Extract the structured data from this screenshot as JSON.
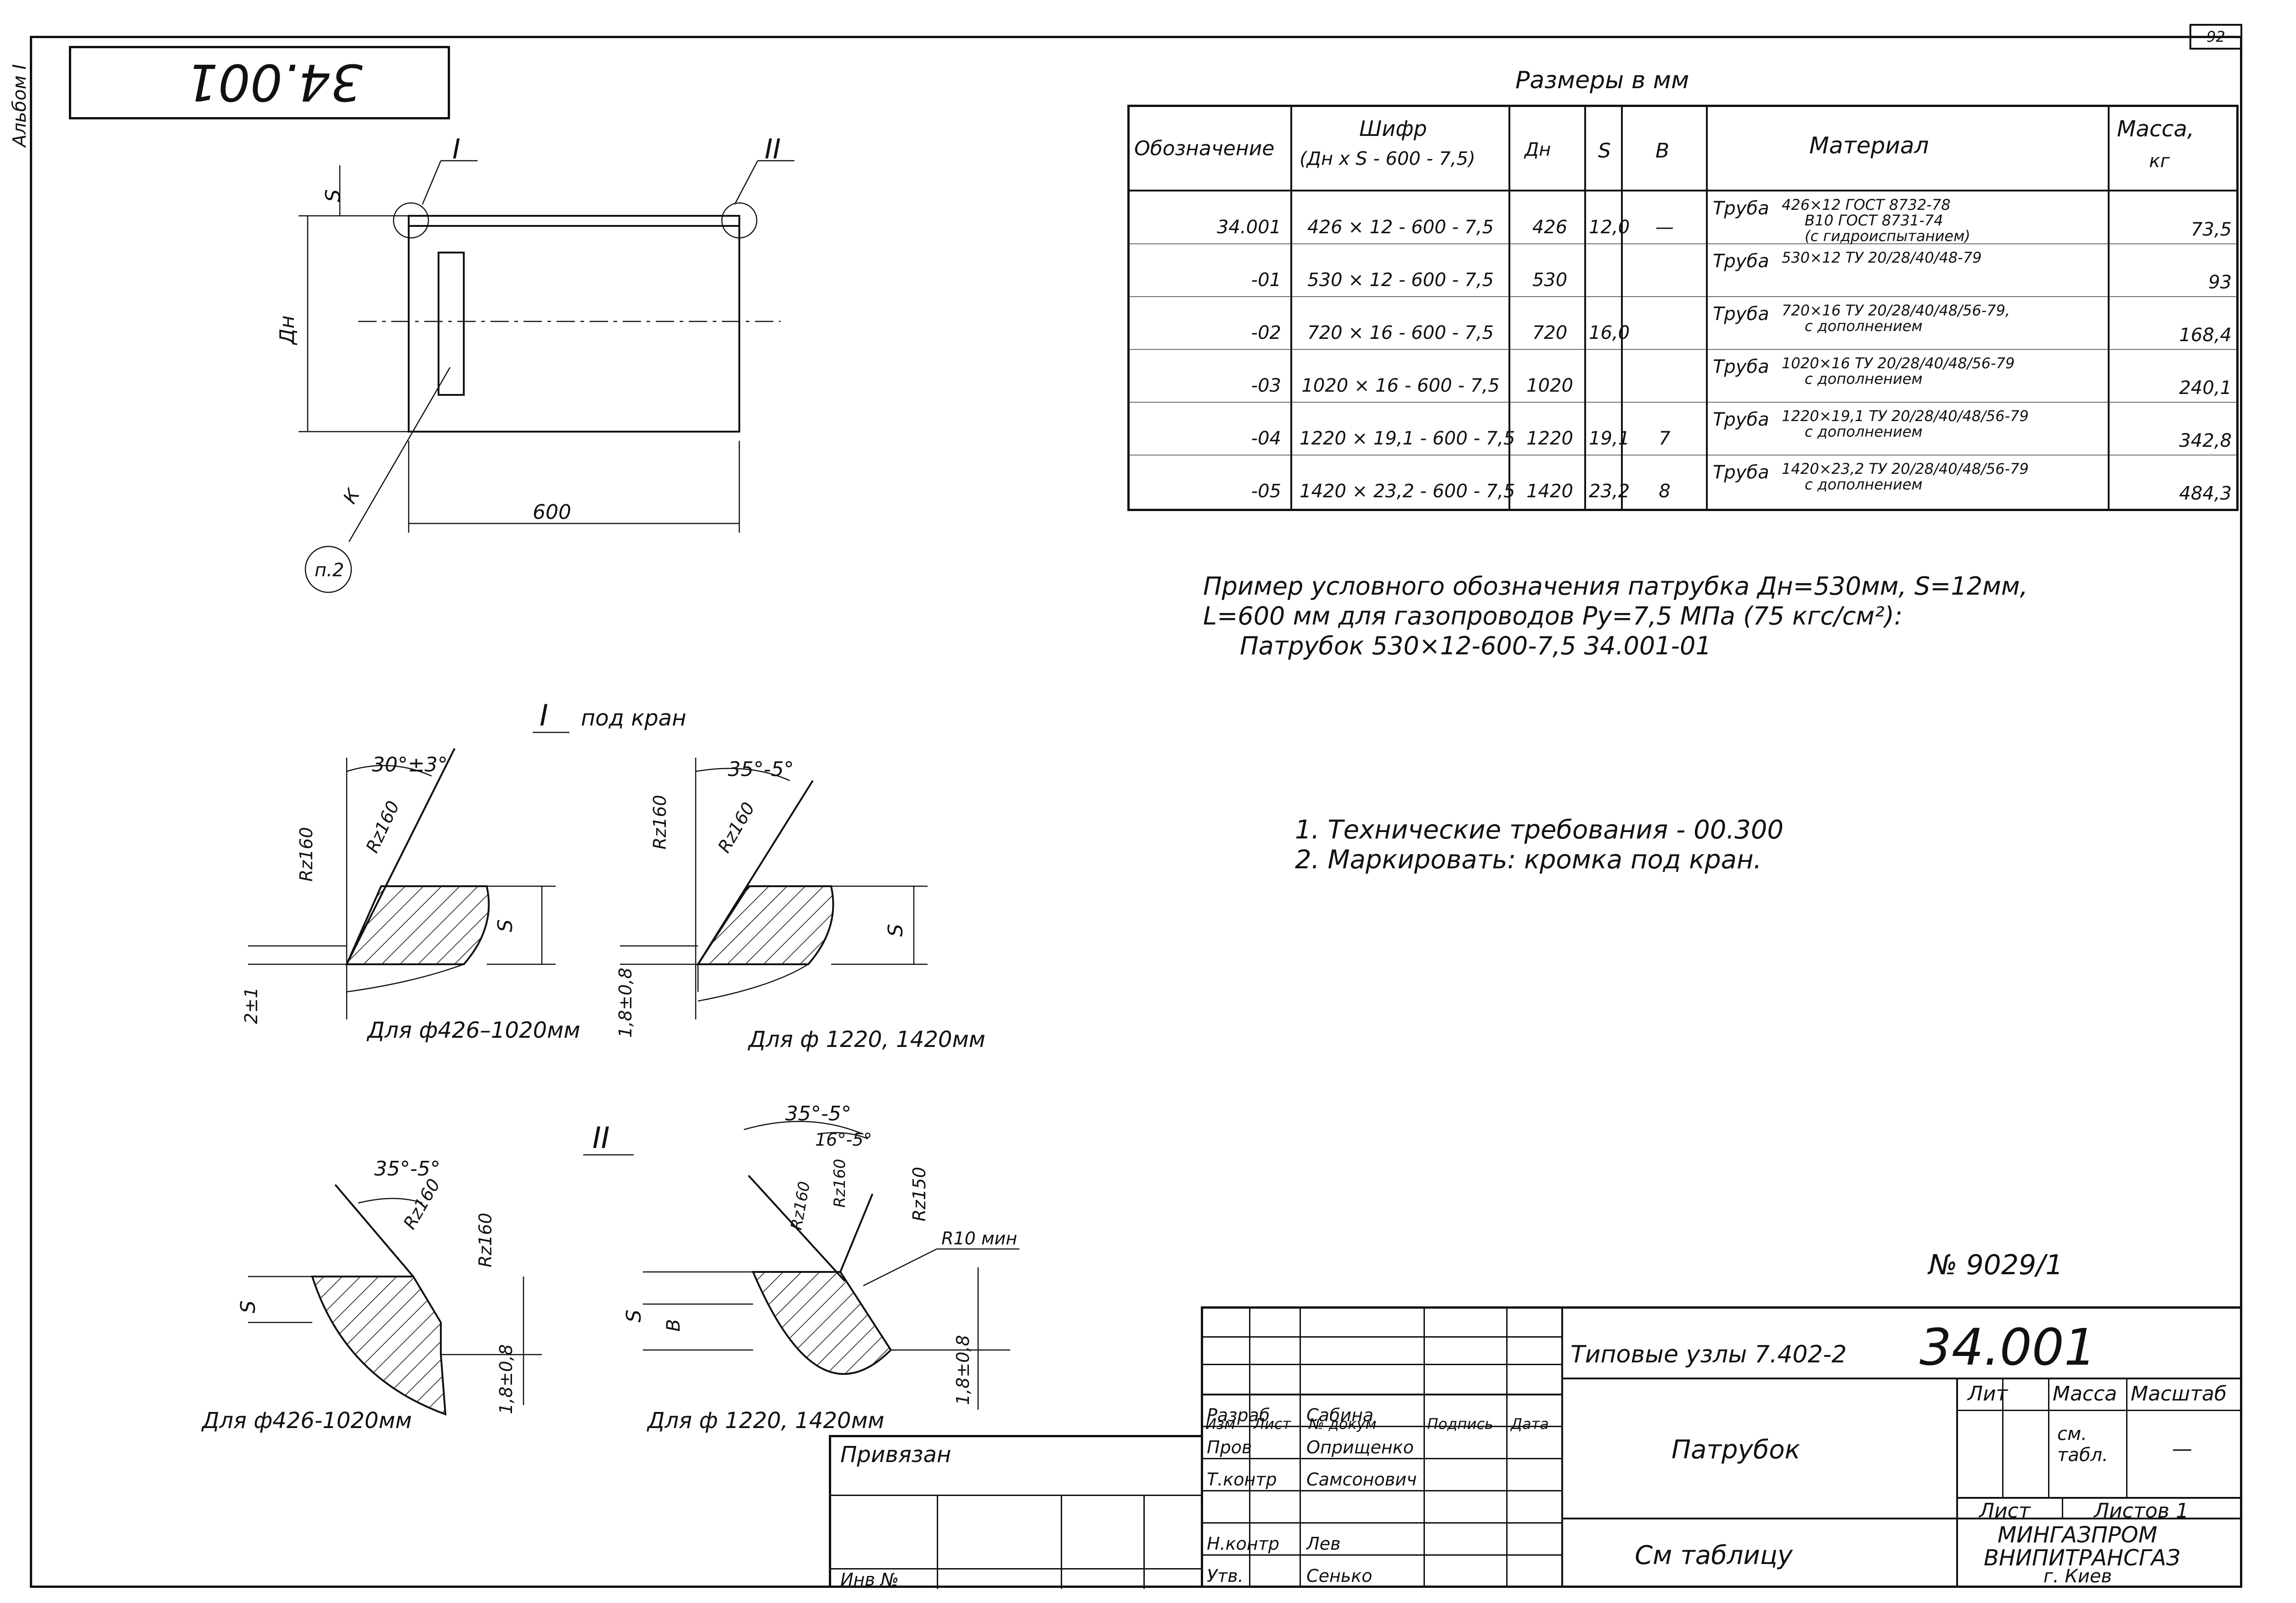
{
  "sheet": {
    "page_number": "92",
    "album_label": "Альбом I",
    "code_rotated": "34.001"
  },
  "dims_caption": "Размеры в мм",
  "table": {
    "headers": {
      "designation": "Обозначение",
      "cipher": "Шифр",
      "cipher_sub": "(Дн х S - 600 - 7,5)",
      "dn": "Дн",
      "s": "S",
      "b": "В",
      "material": "Материал",
      "mass": "Масса,",
      "mass_unit": "кг"
    },
    "rows": [
      {
        "designation": "34.001",
        "cipher": "426 × 12 - 600 - 7,5",
        "dn": "426",
        "s": "12,0",
        "b": "—",
        "material": "Труба",
        "mat_line1": "426×12  ГОСТ 8732-78",
        "mat_line2": "В10    ГОСТ 8731-74",
        "mat_line3": "(с гидроиспытанием)",
        "mass": "73,5"
      },
      {
        "designation": "-01",
        "cipher": "530 × 12 - 600 - 7,5",
        "dn": "530",
        "s": "",
        "b": "",
        "material": "Труба",
        "mat_line1": "530×12  ТУ 20/28/40/48-79",
        "mat_line2": "",
        "mat_line3": "",
        "mass": "93"
      },
      {
        "designation": "-02",
        "cipher": "720 × 16 - 600 - 7,5",
        "dn": "720",
        "s": "16,0",
        "b": "",
        "material": "Труба",
        "mat_line1": "720×16  ТУ 20/28/40/48/56-79,",
        "mat_line2": "с дополнением",
        "mat_line3": "",
        "mass": "168,4"
      },
      {
        "designation": "-03",
        "cipher": "1020 × 16 - 600 - 7,5",
        "dn": "1020",
        "s": "",
        "b": "",
        "material": "Труба",
        "mat_line1": "1020×16  ТУ 20/28/40/48/56-79",
        "mat_line2": "с дополнением",
        "mat_line3": "",
        "mass": "240,1"
      },
      {
        "designation": "-04",
        "cipher": "1220 × 19,1 - 600 - 7,5",
        "dn": "1220",
        "s": "19,1",
        "b": "7",
        "material": "Труба",
        "mat_line1": "1220×19,1  ТУ 20/28/40/48/56-79",
        "mat_line2": "с дополнением",
        "mat_line3": "",
        "mass": "342,8"
      },
      {
        "designation": "-05",
        "cipher": "1420 × 23,2 - 600 - 7,5",
        "dn": "1420",
        "s": "23,2",
        "b": "8",
        "material": "Труба",
        "mat_line1": "1420×23,2  ТУ 20/28/40/48/56-79",
        "mat_line2": "с дополнением",
        "mat_line3": "",
        "mass": "484,3"
      }
    ]
  },
  "example": {
    "line1": "Пример условного обозначения патрубка  Дн=530мм, S=12мм,",
    "line2": "L=600 мм для газопроводов  Рy=7,5 МПа (75 кгс/см²):",
    "line3": "Патрубок 530×12-600-7,5    34.001-01"
  },
  "requirements": [
    "1. Технические  требования - 00.300",
    "2. Маркировать: кромка под кран."
  ],
  "drawing": {
    "mark_I": "I",
    "mark_II": "II",
    "label_S": "S",
    "label_Dn": "Дн",
    "label_K": "К",
    "length_600": "600",
    "note_p2": "п.2",
    "detail_I_title": "под кран",
    "angle_30": "30°±3°",
    "angle_35": "35°-5°",
    "rz160": "Rz160",
    "tol_2": "2±1",
    "tol_18": "1,8±0,8",
    "caption_426": "Для ф426–1020мм",
    "caption_1220": "Для ф 1220, 1420мм",
    "angle_16": "16°-5°",
    "rz150": "Rz150",
    "r10": "R10 мин",
    "label_B": "В",
    "caption2_426": "Для ф426-1020мм",
    "caption2_1220": "Для ф 1220, 1420мм"
  },
  "title_block": {
    "doc_no": "№ 9029/1",
    "series": "Типовые узлы 7.402-2",
    "code": "34.001",
    "name": "Патрубок",
    "material_ref": "См таблицу",
    "lit": "Лит",
    "mass": "Масса",
    "scale": "Масштаб",
    "mass_val": "см. табл.",
    "scale_val": "—",
    "sheet": "Лист",
    "sheets": "Листов 1",
    "org1": "МИНГАЗПРОМ",
    "org2": "ВНИПИТРАНСГАЗ",
    "org3": "г. Киев",
    "bound": "Привязан",
    "inv": "Инв №",
    "hdr_izm": "Изм",
    "hdr_list": "Лист",
    "hdr_doc": "№ докум",
    "hdr_sign": "Подпись",
    "hdr_date": "Дата",
    "roles": [
      {
        "role": "Разраб",
        "name": "Сабина"
      },
      {
        "role": "Пров",
        "name": "Оприщенко"
      },
      {
        "role": "Т.контр",
        "name": "Самсонович"
      },
      {
        "role": "",
        "name": ""
      },
      {
        "role": "Н.контр",
        "name": "Лев"
      },
      {
        "role": "Утв.",
        "name": "Сенько"
      }
    ]
  }
}
